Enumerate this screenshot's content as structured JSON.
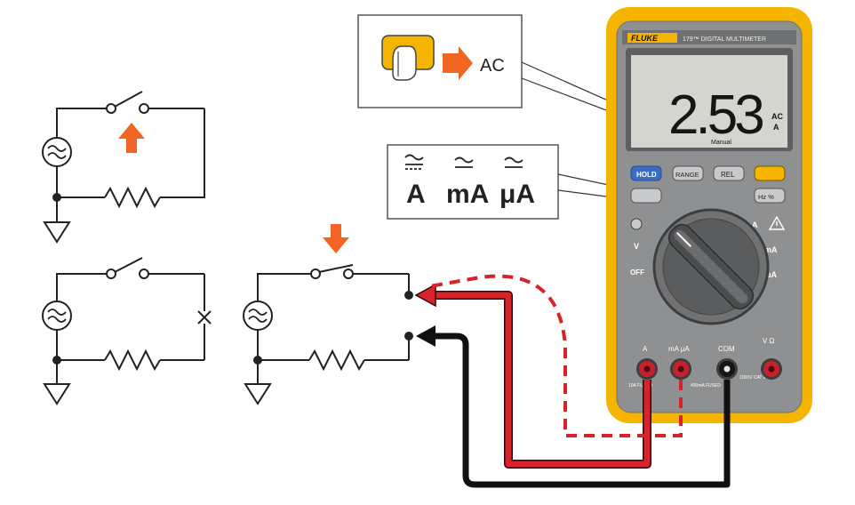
{
  "callout_ac": {
    "label": "AC"
  },
  "callout_units": {
    "a": "A",
    "ma": "mA",
    "ua": "μA"
  },
  "meter": {
    "brand": "FLUKE",
    "model": "179™ DIGITAL MULTIMETER",
    "reading": "2.53",
    "unit_ac": "AC",
    "unit_a": "A",
    "manual_label": "Manual",
    "buttons": {
      "hold": "HOLD",
      "range": "RANGE",
      "rel": "REL",
      "hz": "Hz %"
    },
    "dial": {
      "off": "OFF",
      "v_ac": "V",
      "a": "A",
      "ma": "mA",
      "ua": "μA"
    },
    "jacks": {
      "a": "A",
      "ma_ua": "mA μA",
      "com": "COM",
      "v": "V Ω",
      "fuse_a": "10A FUSED",
      "fuse_ma": "400mA FUSED",
      "cat": "1000V CAT II"
    }
  },
  "colors": {
    "accent_orange": "#f26522",
    "fluke_yellow": "#f5b400",
    "meter_gray": "#8e9092",
    "lcd": "#d4d5cf",
    "red_lead": "#d8232a",
    "black_lead": "#1a1a1a"
  },
  "icons": [
    "ac-source-icon",
    "resistor-icon",
    "switch-icon",
    "ground-icon",
    "arrow-up-icon",
    "arrow-down-icon",
    "ac-button-icon",
    "warning-icon"
  ]
}
